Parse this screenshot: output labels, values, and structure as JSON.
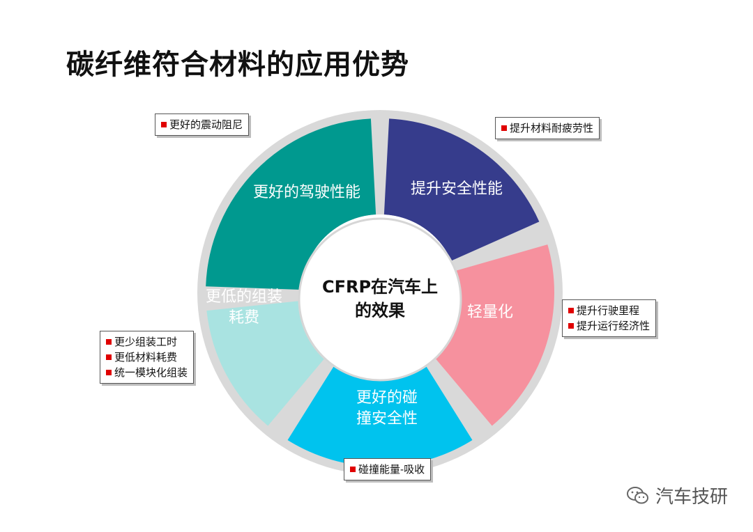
{
  "title": "碳纤维符合材料的应用优势",
  "center": {
    "line1": "CFRP在汽车上",
    "line2": "的效果"
  },
  "segments": [
    {
      "id": "handling",
      "lines": [
        "更好的驾驶性能"
      ],
      "color": "#00998f",
      "callout": [
        "更好的震动阻尼"
      ]
    },
    {
      "id": "safety",
      "lines": [
        "提升安全性能"
      ],
      "color": "#363c8c",
      "callout": [
        "提升材料耐疲劳性"
      ]
    },
    {
      "id": "lightweight",
      "lines": [
        "轻量化"
      ],
      "color": "#f6919e",
      "callout": [
        "提升行驶里程",
        "提升运行经济性"
      ]
    },
    {
      "id": "crash",
      "lines": [
        "更好的碰",
        "撞安全性"
      ],
      "color": "#00c3ee",
      "callout": [
        "碰撞能量-吸收"
      ]
    },
    {
      "id": "assembly",
      "lines": [
        "更低的组装",
        "耗费"
      ],
      "color": "#a9e3e1",
      "callout": [
        "更少组装工时",
        "更低材料耗费",
        "统一模块化组装"
      ]
    }
  ],
  "watermark": {
    "text": "汽车技研",
    "icon": "wechat-icon"
  }
}
